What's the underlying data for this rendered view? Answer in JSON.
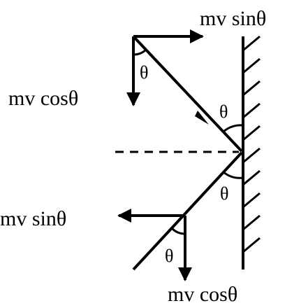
{
  "labels": {
    "top_right": "mv sinθ",
    "top_left": "mv cosθ",
    "bottom_left": "mv sinθ",
    "bottom": "mv cosθ"
  },
  "angle_labels": {
    "incoming_corner": "θ",
    "wall_upper": "θ",
    "wall_lower": "θ",
    "outgoing_corner": "θ"
  }
}
